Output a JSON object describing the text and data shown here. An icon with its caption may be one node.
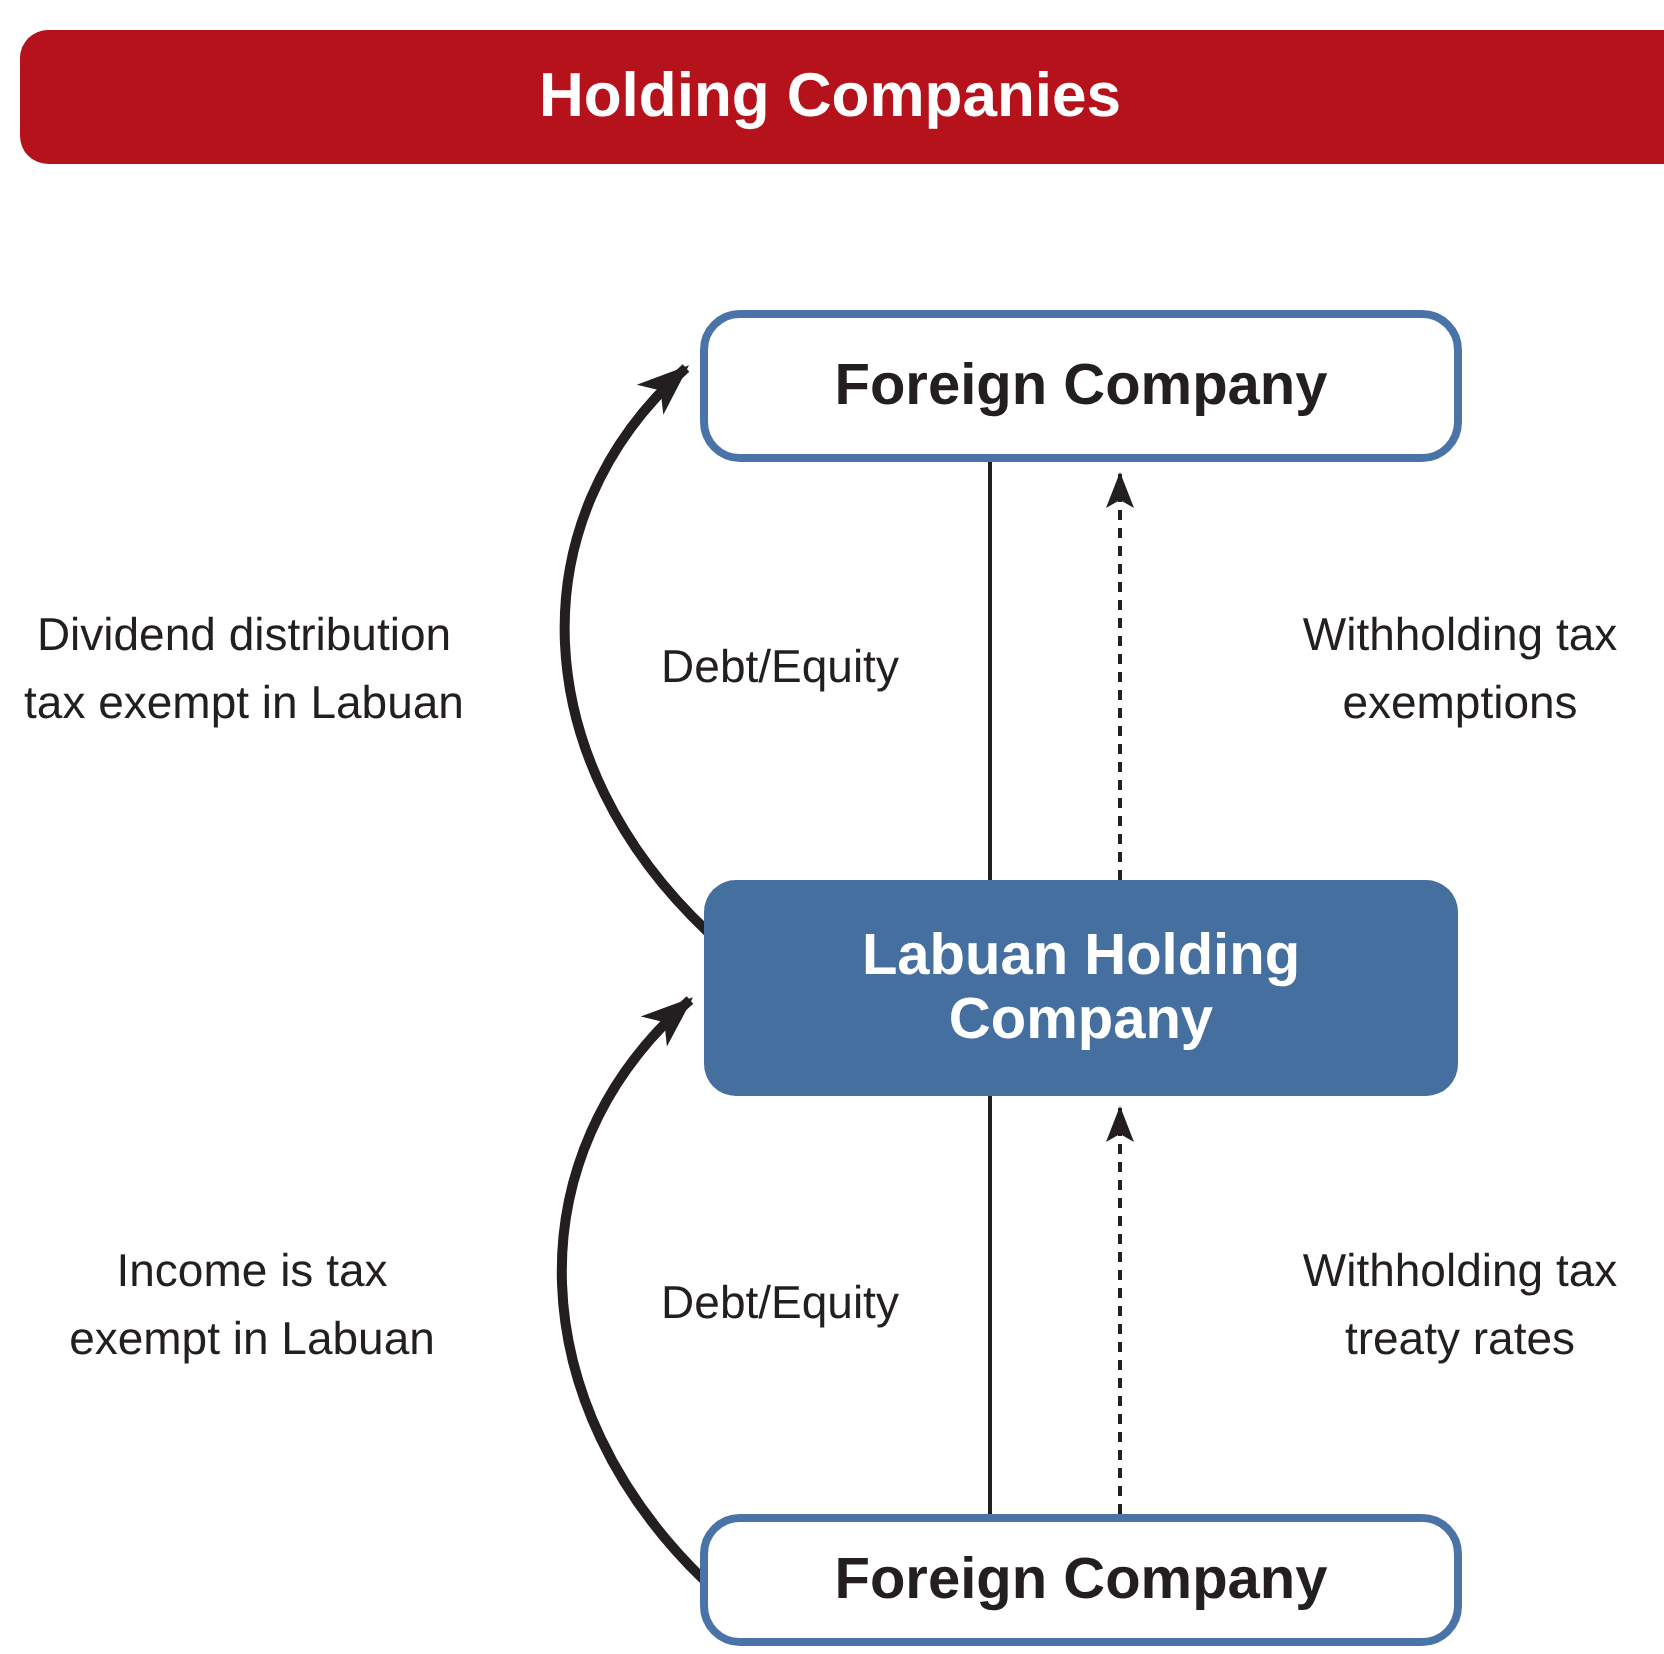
{
  "diagram": {
    "title": "Holding Companies",
    "nodes": [
      {
        "text": [
          "Foreign Company"
        ]
      },
      {
        "text": [
          "Labuan Holding Company"
        ]
      },
      {
        "text": [
          "Foreign Company"
        ]
      }
    ],
    "edges": [
      {
        "from": 1,
        "to": 0,
        "arrow": "to",
        "style": "thick",
        "label": "Dividend distribution tax exempt in Labuan"
      },
      {
        "from": 0,
        "to": 1,
        "arrow": "none",
        "label": "Debt/Equity"
      },
      {
        "from": 1,
        "to": 0,
        "arrow": "to",
        "style": "dashed",
        "label": "Withholding tax exemptions"
      },
      {
        "from": 2,
        "to": 1,
        "arrow": "to",
        "style": "thick",
        "label": "Income is tax exempt in Labuan"
      },
      {
        "from": 2,
        "to": 1,
        "arrow": "none",
        "label": "Debt/Equity"
      },
      {
        "from": 2,
        "to": 1,
        "arrow": "to",
        "style": "dashed",
        "label": "Withholding tax treaty rates"
      }
    ]
  }
}
